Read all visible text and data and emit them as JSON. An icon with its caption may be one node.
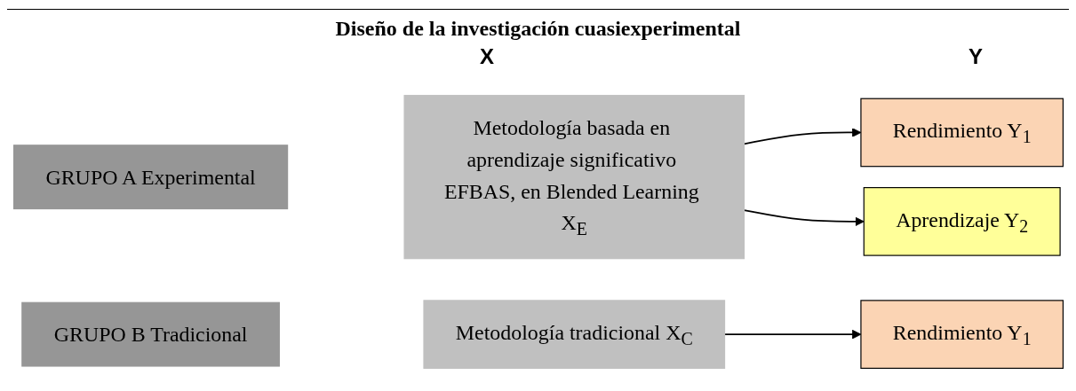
{
  "diagram": {
    "title": "Diseño de la investigación cuasiexperimental",
    "nodes": [
      {
        "text": [
          "GRUPO A Experimental"
        ]
      },
      {
        "text": [
          "Metodología basada en aprendizaje significativo EFBAS, en Blended Learning X$_{E}$"
        ]
      },
      {
        "text": [
          "Rendimiento Y$_{1}$"
        ]
      },
      {
        "text": [
          "Aprendizaje Y$_{2}$"
        ]
      },
      {
        "text": [
          "GRUPO B Tradicional"
        ]
      },
      {
        "text": [
          "Metodología tradicional X$_{C}$"
        ]
      },
      {
        "text": [
          "Rendimiento Y$_{1}$"
        ]
      }
    ],
    "edges": [
      {
        "from": 1,
        "to": 2,
        "arrow": "to"
      },
      {
        "from": 1,
        "to": 3,
        "arrow": "to"
      },
      {
        "from": 5,
        "to": 6,
        "arrow": "to"
      }
    ],
    "labels": [
      "X",
      "Y"
    ]
  }
}
